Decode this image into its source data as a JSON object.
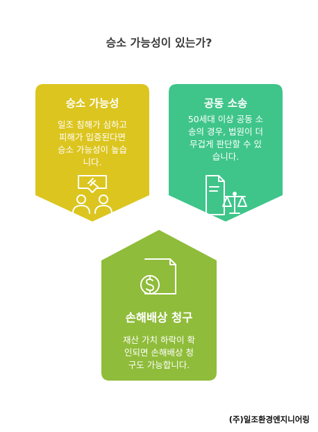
{
  "title": "승소 가능성이 있는가?",
  "cards": [
    {
      "title": "승소 가능성",
      "desc": "일조 침해가 심하고\n피해가 입증된다면\n승소 가능성이 높습\n니다.",
      "color": "#dcc51f",
      "icon": "judge-gavel-people-icon"
    },
    {
      "title": "공동 소송",
      "desc": "50세대 이상 공동 소\n송의 경우, 법원이 더\n무겁게 판단할 수 있\n습니다.",
      "color": "#3fc58a",
      "icon": "document-scale-icon"
    },
    {
      "title": "손해배상 청구",
      "desc": "재산 가치 하락이 확\n인되면 손해배상 청\n구도 가능합니다.",
      "color": "#8fbc3a",
      "icon": "dollar-document-icon"
    }
  ],
  "footer": "(주)일조환경엔지니어링"
}
